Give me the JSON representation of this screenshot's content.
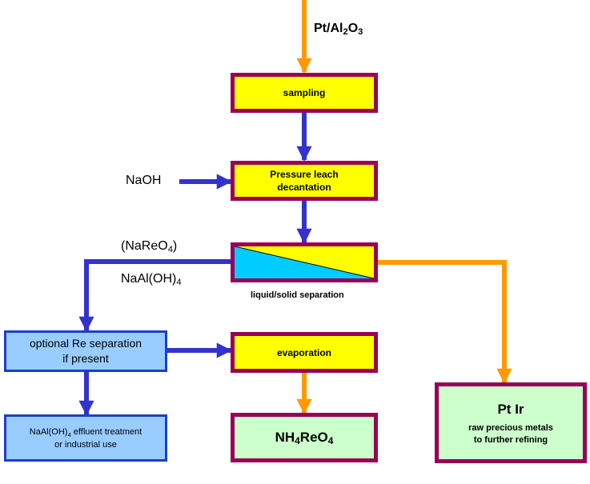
{
  "feed": {
    "text": "Pt/Al",
    "sub1": "2",
    "mid": "O",
    "sub2": "3"
  },
  "sampling": "sampling",
  "leach": {
    "line1": "Pressure leach",
    "line2": "decantation"
  },
  "naoh": "NaOH",
  "nareo4": {
    "pre": "(NaReO",
    "sub": "4",
    "post": ")"
  },
  "naaloh4": {
    "pre": "NaAl(OH)",
    "sub": "4"
  },
  "separation_label": "liquid/solid separation",
  "re_sep": {
    "line1": "optional Re separation",
    "line2": "if present"
  },
  "evaporation": "evaporation",
  "effluent": {
    "pre": "NaAl(OH)",
    "sub": "4",
    "post": " effluent treatment",
    "line2": "or industrial use"
  },
  "product": {
    "pre": "NH",
    "sub1": "4",
    "mid": "ReO",
    "sub2": "4"
  },
  "pt_ir": {
    "title": "Pt Ir",
    "line1": "raw precious metals",
    "line2": "to further refining"
  },
  "colors": {
    "box_border": "#990055",
    "box_yellow": "#ffff00",
    "box_green": "#ccffcc",
    "box_blue": "#99ccff",
    "arrow_blue": "#3333cc",
    "arrow_orange": "#ff9900",
    "separator_cyan": "#00ccff"
  }
}
